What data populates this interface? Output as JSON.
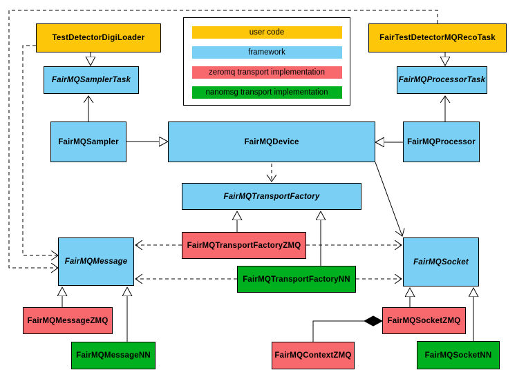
{
  "diagram_type": "uml-class-diagram",
  "colors": {
    "user_code": "#FDC608",
    "framework": "#79CFF4",
    "zeromq_impl": "#F8696D",
    "nanomsg_impl": "#00B01E",
    "border": "#000000",
    "background": "#FFFFFF"
  },
  "legend": {
    "items": [
      {
        "label": "user code",
        "color": "#FDC608"
      },
      {
        "label": "framework",
        "color": "#79CFF4"
      },
      {
        "label": "zeromq transport implementation",
        "color": "#F8696D"
      },
      {
        "label": "nanomsg transport implementation",
        "color": "#00B01E"
      }
    ]
  },
  "nodes": [
    {
      "id": "TestDetectorDigiLoader",
      "label": "TestDetectorDigiLoader",
      "layer": "user code",
      "abstract": false
    },
    {
      "id": "FairTestDetectorMQRecoTask",
      "label": "FairTestDetectorMQRecoTask",
      "layer": "user code",
      "abstract": false
    },
    {
      "id": "FairMQSamplerTask",
      "label": "FairMQSamplerTask",
      "layer": "framework",
      "abstract": true
    },
    {
      "id": "FairMQProcessorTask",
      "label": "FairMQProcessorTask",
      "layer": "framework",
      "abstract": true
    },
    {
      "id": "FairMQSampler",
      "label": "FairMQSampler",
      "layer": "framework",
      "abstract": false
    },
    {
      "id": "FairMQDevice",
      "label": "FairMQDevice",
      "layer": "framework",
      "abstract": false
    },
    {
      "id": "FairMQProcessor",
      "label": "FairMQProcessor",
      "layer": "framework",
      "abstract": false
    },
    {
      "id": "FairMQTransportFactory",
      "label": "FairMQTransportFactory",
      "layer": "framework",
      "abstract": true
    },
    {
      "id": "FairMQTransportFactoryZMQ",
      "label": "FairMQTransportFactoryZMQ",
      "layer": "zeromq transport implementation",
      "abstract": false
    },
    {
      "id": "FairMQTransportFactoryNN",
      "label": "FairMQTransportFactoryNN",
      "layer": "nanomsg transport implementation",
      "abstract": false
    },
    {
      "id": "FairMQMessage",
      "label": "FairMQMessage",
      "layer": "framework",
      "abstract": true
    },
    {
      "id": "FairMQSocket",
      "label": "FairMQSocket",
      "layer": "framework",
      "abstract": true
    },
    {
      "id": "FairMQMessageZMQ",
      "label": "FairMQMessageZMQ",
      "layer": "zeromq transport implementation",
      "abstract": false
    },
    {
      "id": "FairMQMessageNN",
      "label": "FairMQMessageNN",
      "layer": "nanomsg transport implementation",
      "abstract": false
    },
    {
      "id": "FairMQContextZMQ",
      "label": "FairMQContextZMQ",
      "layer": "zeromq transport implementation",
      "abstract": false
    },
    {
      "id": "FairMQSocketZMQ",
      "label": "FairMQSocketZMQ",
      "layer": "zeromq transport implementation",
      "abstract": false
    },
    {
      "id": "FairMQSocketNN",
      "label": "FairMQSocketNN",
      "layer": "nanomsg transport implementation",
      "abstract": false
    }
  ],
  "edges": [
    {
      "from": "TestDetectorDigiLoader",
      "to": "FairMQSamplerTask",
      "type": "inheritance"
    },
    {
      "from": "FairTestDetectorMQRecoTask",
      "to": "FairMQProcessorTask",
      "type": "inheritance"
    },
    {
      "from": "FairMQSampler",
      "to": "FairMQDevice",
      "type": "inheritance"
    },
    {
      "from": "FairMQProcessor",
      "to": "FairMQDevice",
      "type": "inheritance"
    },
    {
      "from": "FairMQTransportFactoryZMQ",
      "to": "FairMQTransportFactory",
      "type": "inheritance"
    },
    {
      "from": "FairMQTransportFactoryNN",
      "to": "FairMQTransportFactory",
      "type": "inheritance"
    },
    {
      "from": "FairMQMessageZMQ",
      "to": "FairMQMessage",
      "type": "inheritance"
    },
    {
      "from": "FairMQMessageNN",
      "to": "FairMQMessage",
      "type": "inheritance"
    },
    {
      "from": "FairMQSocketZMQ",
      "to": "FairMQSocket",
      "type": "inheritance"
    },
    {
      "from": "FairMQSocketNN",
      "to": "FairMQSocket",
      "type": "inheritance"
    },
    {
      "from": "FairMQSampler",
      "to": "FairMQSamplerTask",
      "type": "association"
    },
    {
      "from": "FairMQProcessor",
      "to": "FairMQProcessorTask",
      "type": "association"
    },
    {
      "from": "FairMQDevice",
      "to": "FairMQSocket",
      "type": "association"
    },
    {
      "from": "FairMQDevice",
      "to": "FairMQTransportFactory",
      "type": "dependency"
    },
    {
      "from": "TestDetectorDigiLoader",
      "to": "FairMQMessage",
      "type": "dependency"
    },
    {
      "from": "FairTestDetectorMQRecoTask",
      "to": "FairMQMessage",
      "type": "dependency"
    },
    {
      "from": "FairMQTransportFactoryZMQ",
      "to": "FairMQMessage",
      "type": "dependency"
    },
    {
      "from": "FairMQTransportFactoryZMQ",
      "to": "FairMQSocket",
      "type": "dependency"
    },
    {
      "from": "FairMQTransportFactoryNN",
      "to": "FairMQMessage",
      "type": "dependency"
    },
    {
      "from": "FairMQTransportFactoryNN",
      "to": "FairMQSocket",
      "type": "dependency"
    },
    {
      "from": "FairMQSocketZMQ",
      "to": "FairMQContextZMQ",
      "type": "composition"
    }
  ]
}
